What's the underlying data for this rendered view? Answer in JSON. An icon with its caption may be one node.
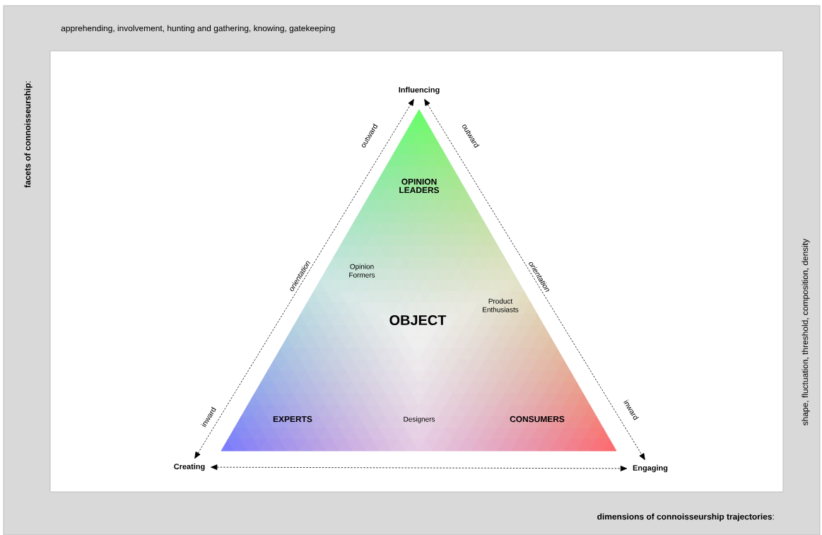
{
  "diagram": {
    "nodes": [
      {
        "text": [
          "Influencing"
        ]
      },
      {
        "text": [
          "Creating"
        ]
      },
      {
        "text": [
          "Engaging"
        ]
      }
    ],
    "edges": [
      {
        "from": 1,
        "to": 0,
        "arrow": "both",
        "label": "orientation",
        "style": "dashed"
      },
      {
        "from": 0,
        "to": 2,
        "arrow": "both",
        "label": "orientation",
        "style": "dashed"
      },
      {
        "from": 1,
        "to": 2,
        "arrow": "both",
        "style": "dashed"
      }
    ],
    "labels": [
      "apprehending, involvement, hunting and gathering, knowing, gatekeeping",
      "**facets of connoisseurship**:",
      "outward",
      "outward",
      "OPINION LEADERS",
      "Opinion Formers",
      "Product Enthusiasts",
      "OBJECT",
      "shape, fluctuation, threshold, composition, density",
      "inward",
      "EXPERTS",
      "Designers",
      "CONSUMERS",
      "inward",
      "**dimensions of connoisseurship trajectories**:"
    ]
  }
}
